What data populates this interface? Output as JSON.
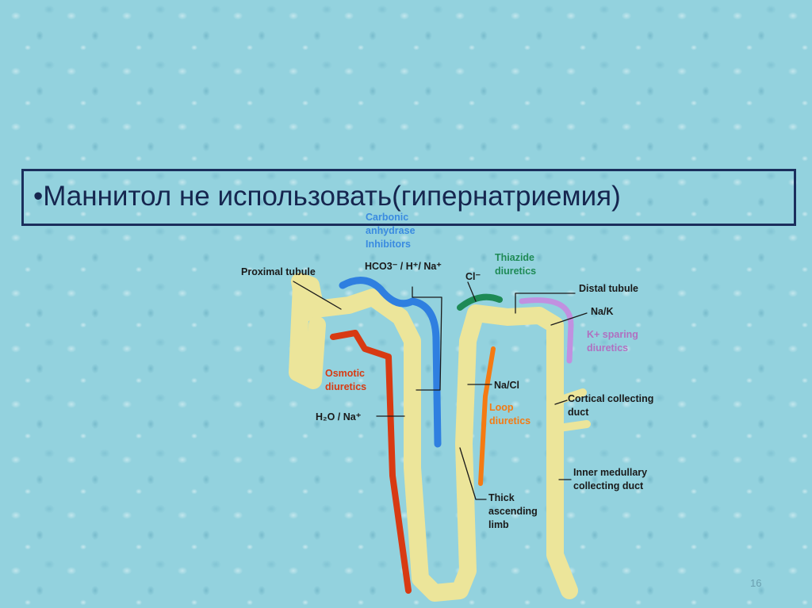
{
  "slide": {
    "title": "•Маннитол не использовать(гипернатриемия)",
    "page_number": "16"
  },
  "diagram": {
    "labels": {
      "carbonic_1": "Carbonic",
      "carbonic_2": "anhydrase",
      "carbonic_3": "Inhibitors",
      "hco3": "HCO3⁻ / H⁺/ Na⁺",
      "proximal": "Proximal tubule",
      "cl": "Cl⁻",
      "thiazide_1": "Thiazide",
      "thiazide_2": "diuretics",
      "distal": "Distal tubule",
      "nak": "Na/K",
      "ksparing_1": "K+ sparing",
      "ksparing_2": "diuretics",
      "osmotic_1": "Osmotic",
      "osmotic_2": "diuretics",
      "h2o": "H₂O / Na⁺",
      "nacl": "Na/Cl",
      "loop_1": "Loop",
      "loop_2": "diuretics",
      "cortical_1": "Cortical collecting",
      "cortical_2": "duct",
      "inner_1": "Inner medullary",
      "inner_2": "collecting duct",
      "thick_1": "Thick",
      "thick_2": "ascending",
      "thick_3": "limb"
    },
    "colors": {
      "tubule": "#ece59a",
      "carbonic": "#2f7fe0",
      "thiazide": "#1e8a55",
      "ksparing": "#c190e0",
      "osmotic": "#d83a12",
      "loop": "#f57a12",
      "text": "#1a1a1a"
    }
  }
}
